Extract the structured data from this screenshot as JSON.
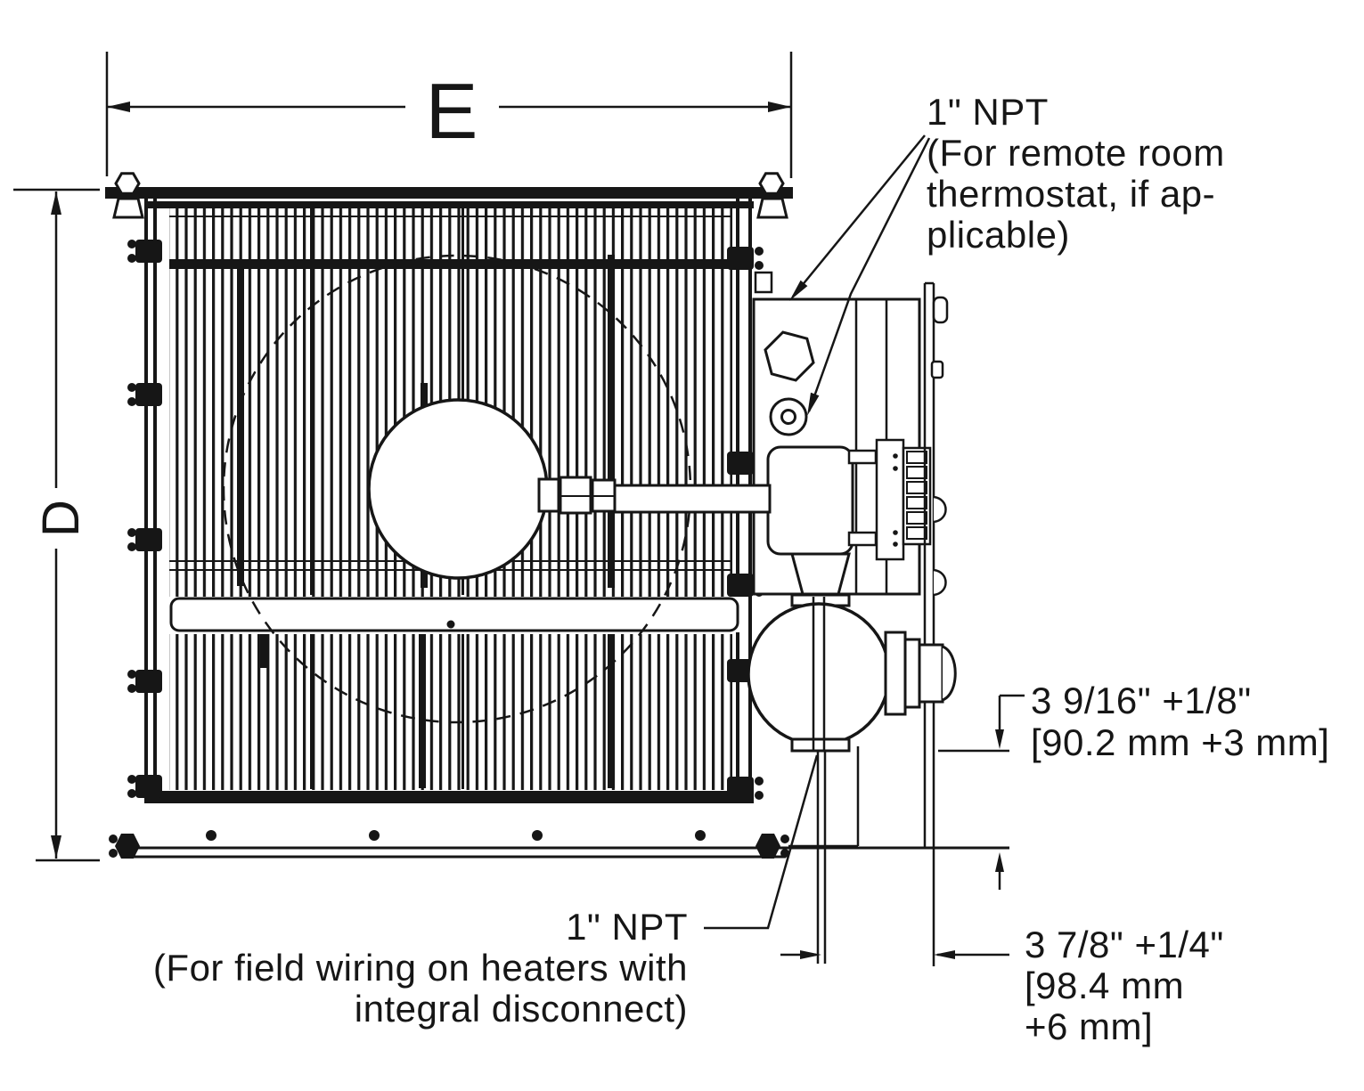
{
  "diagram_title": "unit-heater-front-dimension-drawing",
  "colors": {
    "ink": "#161616",
    "background": "#ffffff"
  },
  "dimensions": {
    "width_label": "E",
    "height_label": "D",
    "offset_vertical": [
      "3 9/16\" +1/8\"",
      "[90.2 mm +3 mm]"
    ],
    "offset_horizontal": [
      "3 7/8\" +1/4\"",
      "[98.4 mm",
      "+6 mm]"
    ]
  },
  "callouts": {
    "remote_thermostat": [
      "1\" NPT",
      "(For remote room",
      "thermostat, if ap-",
      "plicable)"
    ],
    "field_wiring": [
      "1\" NPT",
      "(For field wiring on heaters with",
      "integral disconnect)"
    ]
  }
}
